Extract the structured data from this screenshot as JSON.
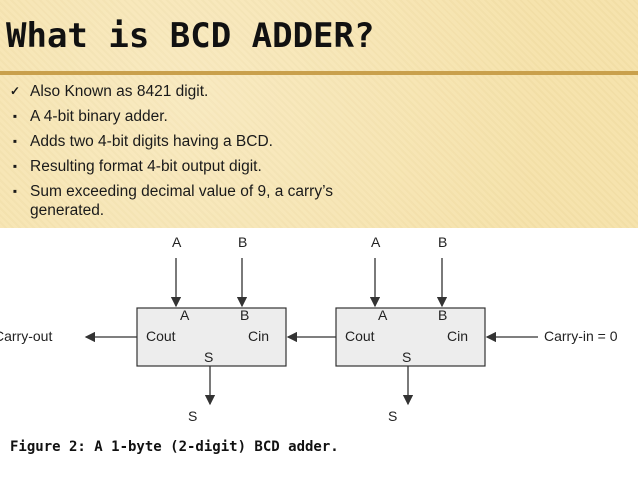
{
  "slide": {
    "title": "What is BCD ADDER?",
    "bullets": [
      {
        "marker": "check",
        "text": "Also Known as 8421 digit."
      },
      {
        "marker": "square",
        "text": "A 4-bit binary adder."
      },
      {
        "marker": "square",
        "text": "Adds two 4-bit digits having a BCD."
      },
      {
        "marker": "square",
        "text": "Resulting format 4-bit output digit."
      },
      {
        "marker": "square",
        "text": "Sum exceeding decimal value of 9, a carry’s generated."
      }
    ],
    "background_color": "#f6e3ad",
    "accent_color": "#c9a04c"
  },
  "figure": {
    "caption": "Figure 2: A 1-byte (2-digit) BCD adder.",
    "blocks": [
      {
        "in_a": "A",
        "in_b": "B",
        "port_a": "A",
        "port_b": "B",
        "cout": "Cout",
        "cin": "Cin",
        "sum_port": "S",
        "sum_out": "S"
      },
      {
        "in_a": "A",
        "in_b": "B",
        "port_a": "A",
        "port_b": "B",
        "cout": "Cout",
        "cin": "Cin",
        "sum_port": "S",
        "sum_out": "S"
      }
    ],
    "carry_out_label": "Carry-out",
    "carry_in_label": "Carry-in = 0"
  }
}
